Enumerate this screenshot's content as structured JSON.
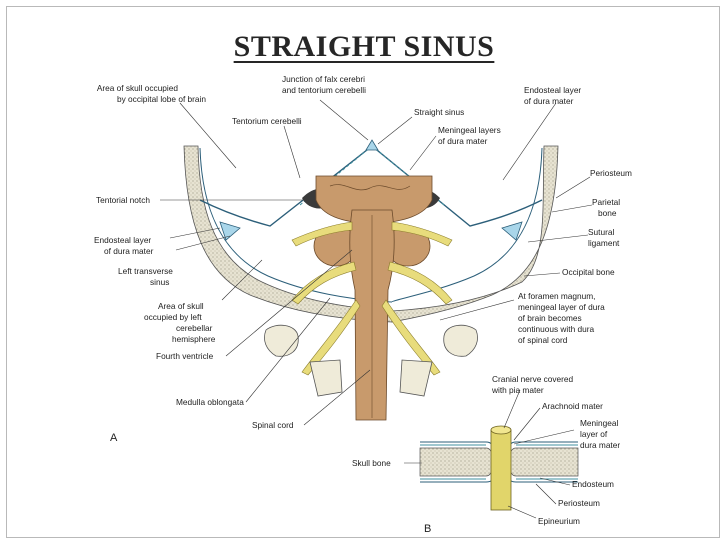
{
  "title": "STRAIGHT SINUS",
  "colors": {
    "brainstem": "#c89a6c",
    "nerve": "#e8dc7c",
    "csf_sinus": "#a9d6ea",
    "bone": "#e4e0cf",
    "dura_line": "#2c5f7a",
    "accent_teal": "#3f8f9f"
  },
  "figure_a": {
    "panel_letter": "A",
    "labels": {
      "area_occipital_1": "Area of skull occupied",
      "area_occipital_2": "by occipital lobe of brain",
      "junction_1": "Junction of falx cerebri",
      "junction_2": "and tentorium cerebelli",
      "straight_sinus": "Straight sinus",
      "endosteal_right_1": "Endosteal layer",
      "endosteal_right_2": "of dura mater",
      "tentorium": "Tentorium cerebelli",
      "meningeal_layers_1": "Meningeal layers",
      "meningeal_layers_2": "of dura mater",
      "periosteum": "Periosteum",
      "tentorial_notch": "Tentorial notch",
      "parietal_1": "Parietal",
      "parietal_2": "bone",
      "sutural_1": "Sutural",
      "sutural_2": "ligament",
      "endosteal_left_1": "Endosteal layer",
      "endosteal_left_2": "of dura mater",
      "left_transverse_1": "Left transverse",
      "left_transverse_2": "sinus",
      "occipital_bone": "Occipital bone",
      "area_cerebellar_1": "Area of skull",
      "area_cerebellar_2": "occupied by left",
      "area_cerebellar_3": "cerebellar",
      "area_cerebellar_4": "hemisphere",
      "foramen_1": "At foramen magnum,",
      "foramen_2": "meningeal layer of dura",
      "foramen_3": "of brain becomes",
      "foramen_4": "continuous with dura",
      "foramen_5": "of spinal cord",
      "fourth_ventricle": "Fourth ventricle",
      "medulla": "Medulla oblongata",
      "spinal_cord": "Spinal cord"
    }
  },
  "figure_b": {
    "panel_letter": "B",
    "labels": {
      "cranial_nerve_1": "Cranial nerve covered",
      "cranial_nerve_2": "with pia mater",
      "arachnoid": "Arachnoid mater",
      "meningeal_1": "Meningeal",
      "meningeal_2": "layer of",
      "meningeal_3": "dura mater",
      "skull_bone": "Skull bone",
      "endosteum": "Endosteum",
      "periosteum": "Periosteum",
      "epineurium": "Epineurium"
    }
  }
}
